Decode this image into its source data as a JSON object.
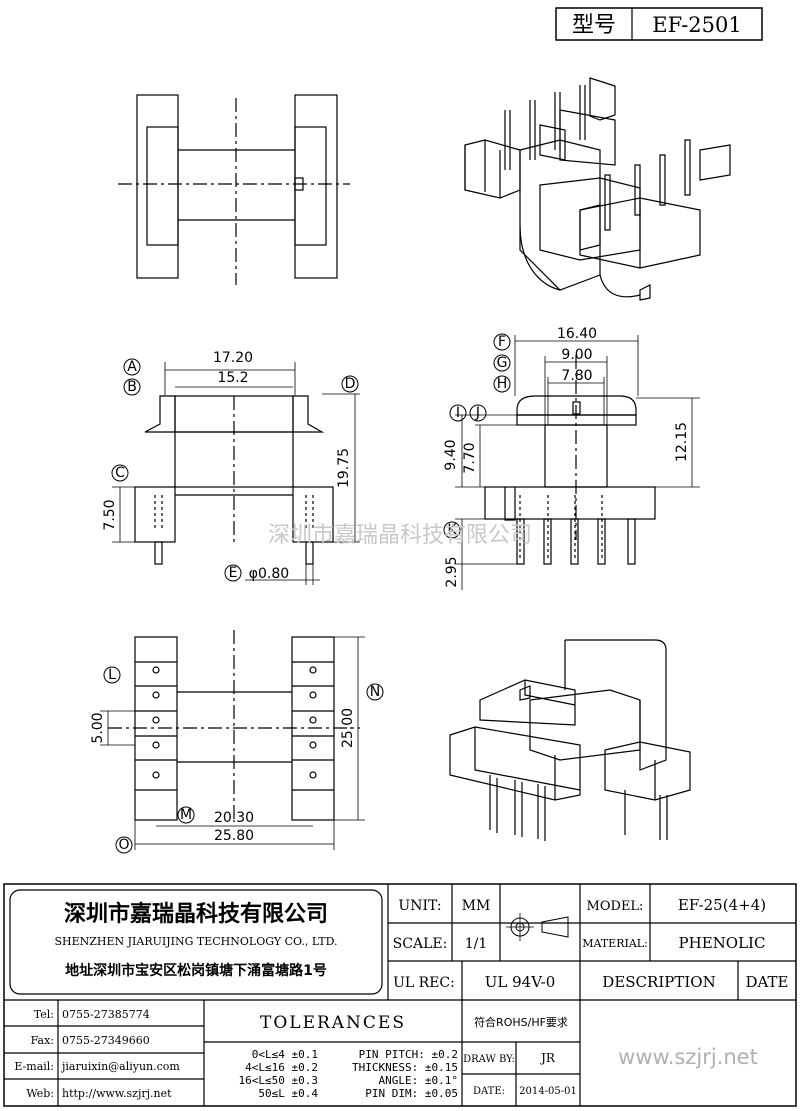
{
  "title_box": {
    "model_label": "型号",
    "model_value": "EF-2501"
  },
  "dimensions": {
    "d1720": "17.20",
    "d152": "15.2",
    "d1975": "19.75",
    "d750": "7.50",
    "d080": "φ0.80",
    "d1640": "16.40",
    "d900": "9.00",
    "d780": "7.80",
    "d940": "9.40",
    "d770": "7.70",
    "d1215": "12.15",
    "d295": "2.95",
    "d500": "5.00",
    "d2500": "25.00",
    "d2030": "20.30",
    "d2580": "25.80"
  },
  "callouts": {
    "A": "A",
    "B": "B",
    "C": "C",
    "D": "D",
    "E": "E",
    "F": "F",
    "G": "G",
    "H": "H",
    "I": "I",
    "J": "J",
    "K": "K",
    "L": "L",
    "M": "M",
    "N": "N",
    "O": "O"
  },
  "watermark": "深圳市嘉瑞晶科技有限公司",
  "company": {
    "name_cn": "深圳市嘉瑞晶科技有限公司",
    "name_en": "SHENZHEN JIARUIJING TECHNOLOGY CO., LTD.",
    "address": "地址深圳市宝安区松岗镇塘下涌富塘路1号"
  },
  "spec": {
    "unit_label": "UNIT:",
    "unit_value": "MM",
    "scale_label": "SCALE:",
    "scale_value": "1/1",
    "ulrec_label": "UL REC:",
    "ulrec_value": "UL 94V-0",
    "model_label": "MODEL:",
    "model_value": "EF-25(4+4)",
    "material_label": "MATERIAL:",
    "material_value": "PHENOLIC",
    "description": "DESCRIPTION",
    "date": "DATE"
  },
  "contact": {
    "tel_label": "Tel:",
    "tel": "0755-27385774",
    "fax_label": "Fax:",
    "fax": "0755-27349660",
    "email_label": "E-mail:",
    "email": "jiaruixin@aliyun.com",
    "web_label": "Web:",
    "web": "http://www.szjrj.net"
  },
  "tolerances": {
    "title": "TOLERANCES",
    "rows": [
      "0<L≤4  ±0.1",
      "4<L≤16 ±0.2",
      "16<L≤50 ±0.3",
      "50≤L  ±0.4"
    ],
    "pin_pitch": "PIN PITCH: ±0.2",
    "thickness": "THICKNESS: ±0.15",
    "angle": "ANGLE: ±0.1°",
    "pin_dim": "PIN DIM: ±0.05"
  },
  "rohs": "符合ROHS/HF要求",
  "drawn_label": "DRAW BY:",
  "drawn_value": "JR",
  "date_label": "DATE:",
  "date_value": "2014-05-01",
  "website": "www.szjrj.net"
}
